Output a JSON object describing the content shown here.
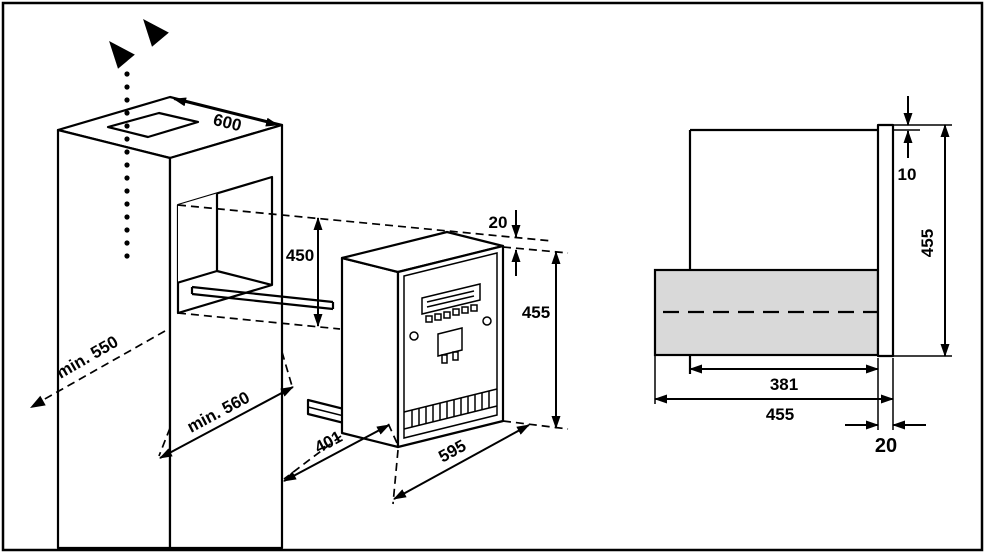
{
  "figure": {
    "title": "built-in appliance niche installation diagram",
    "perspective": {
      "cabinet_width": "600",
      "niche_height": "450",
      "cabinet_min_depth": "min. 550",
      "niche_min_depth": "min. 560",
      "appliance_depth": "401",
      "appliance_width": "595",
      "appliance_height": "455",
      "top_clearance": "20"
    },
    "side": {
      "top_overlap": "10",
      "front_panel_height": "455",
      "recess_depth": "381",
      "overall_depth": "455",
      "front_panel_thickness": "20"
    },
    "colors": {
      "line": "#000000",
      "background": "#ffffff",
      "appliance_body_fill": "#d9d9d9"
    }
  }
}
